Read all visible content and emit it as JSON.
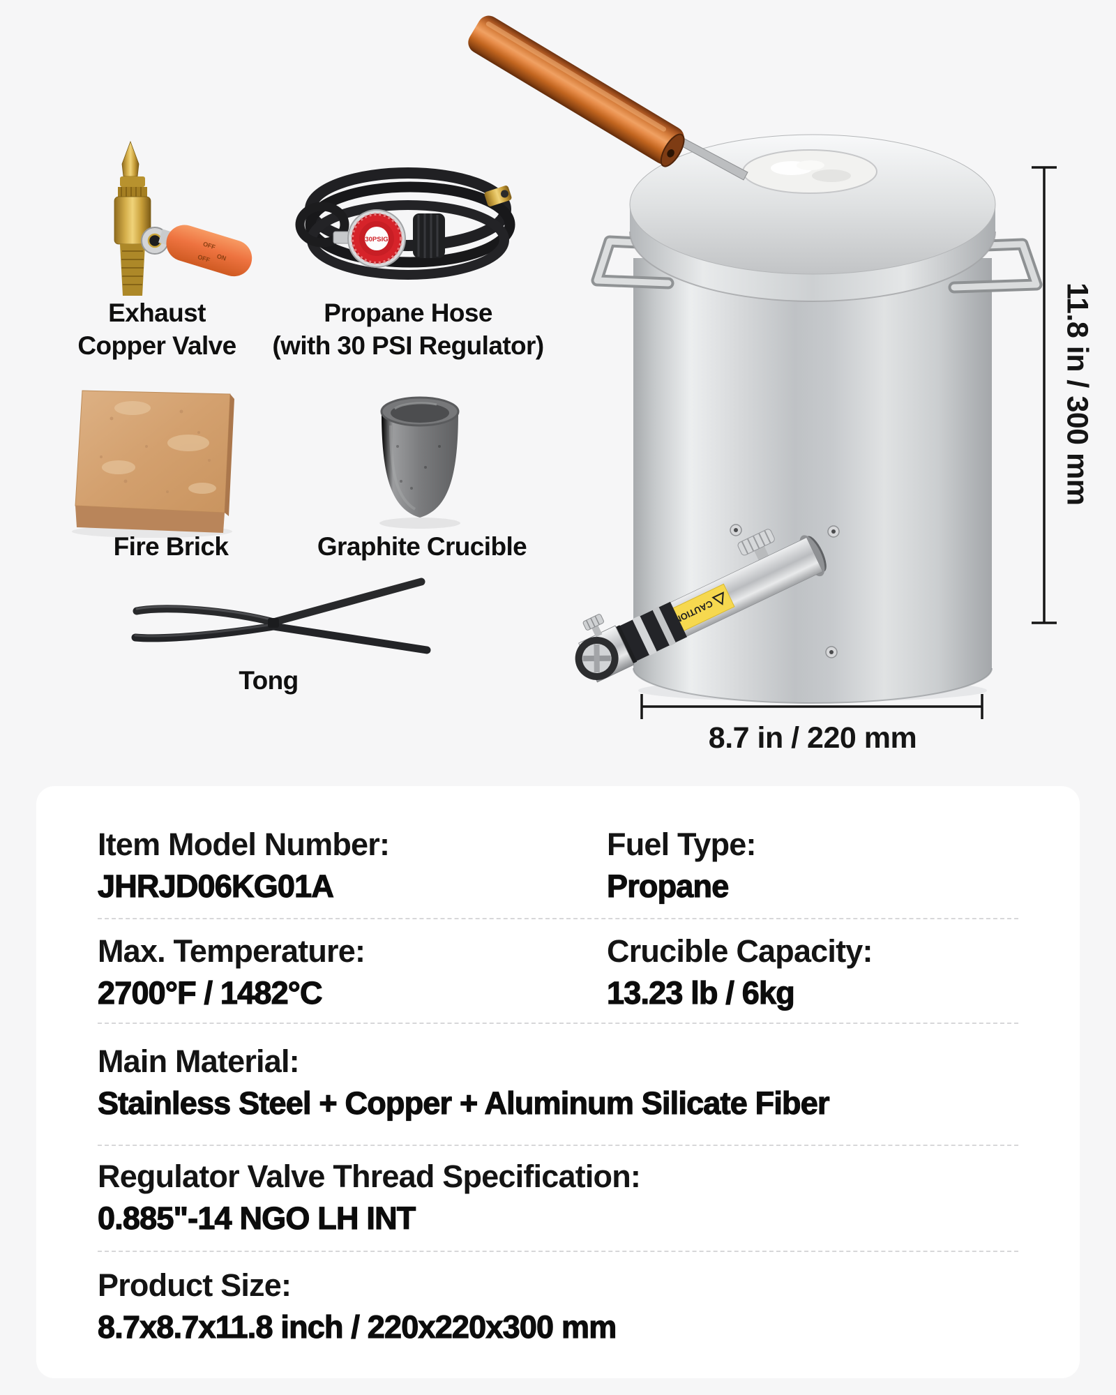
{
  "page": {
    "background": "#f6f6f7",
    "panel_background": "#ffffff",
    "text_color": "#111111",
    "accent_orange": "#e8733c",
    "regulator_red": "#d6232a",
    "dimension_line_color": "#161616"
  },
  "components": {
    "valve": {
      "label_line1": "Exhaust",
      "label_line2": "Copper Valve",
      "lever_mark_off": "OFF",
      "lever_mark_on": "ON"
    },
    "hose": {
      "label_line1": "Propane Hose",
      "label_line2": "(with 30 PSI Regulator)",
      "regulator_badge": "30PSIG"
    },
    "brick": {
      "label": "Fire Brick"
    },
    "crucible": {
      "label": "Graphite Crucible"
    },
    "tong": {
      "label": "Tong"
    }
  },
  "furnace": {
    "burner_caution": "CAUTION"
  },
  "dimensions": {
    "height_label": "11.8 in / 300 mm",
    "width_label": "8.7 in / 220 mm"
  },
  "specs": {
    "rows": [
      {
        "label": "Item Model Number:",
        "value": "JHRJD06KG01A"
      },
      {
        "label": "Fuel Type:",
        "value": "Propane"
      },
      {
        "label": "Max. Temperature:",
        "value": "2700°F / 1482°C"
      },
      {
        "label": "Crucible Capacity:",
        "value": "13.23 lb / 6kg"
      },
      {
        "label": "Main Material:",
        "value": "Stainless Steel + Copper + Aluminum Silicate Fiber"
      },
      {
        "label": "Regulator Valve Thread Specification:",
        "value": "0.885\"-14 NGO LH INT"
      },
      {
        "label": "Product Size:",
        "value": "8.7x8.7x11.8 inch / 220x220x300 mm"
      }
    ]
  }
}
